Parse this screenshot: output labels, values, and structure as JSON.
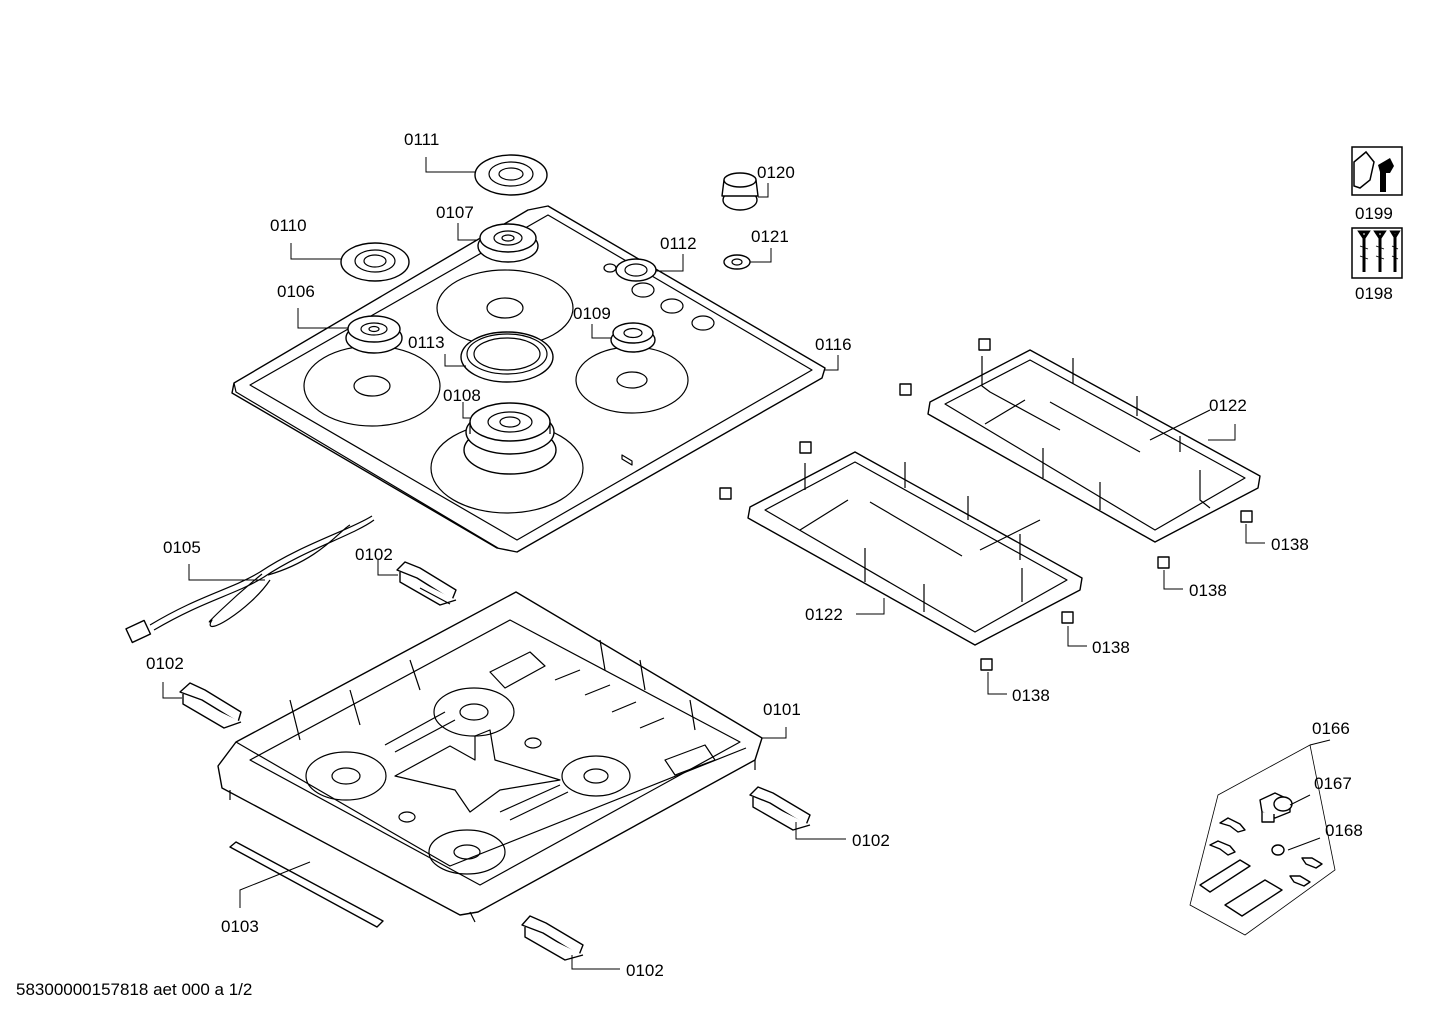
{
  "callouts": [
    {
      "id": "c0111",
      "text": "0111"
    },
    {
      "id": "c0120",
      "text": "0120"
    },
    {
      "id": "c0110",
      "text": "0110"
    },
    {
      "id": "c0107",
      "text": "0107"
    },
    {
      "id": "c0112",
      "text": "0112"
    },
    {
      "id": "c0121",
      "text": "0121"
    },
    {
      "id": "c0106",
      "text": "0106"
    },
    {
      "id": "c0109",
      "text": "0109"
    },
    {
      "id": "c0113",
      "text": "0113"
    },
    {
      "id": "c0116",
      "text": "0116"
    },
    {
      "id": "c0108",
      "text": "0108"
    },
    {
      "id": "c0122a",
      "text": "0122"
    },
    {
      "id": "c0122b",
      "text": "0122"
    },
    {
      "id": "c0138a",
      "text": "0138"
    },
    {
      "id": "c0138b",
      "text": "0138"
    },
    {
      "id": "c0138c",
      "text": "0138"
    },
    {
      "id": "c0138d",
      "text": "0138"
    },
    {
      "id": "c0105",
      "text": "0105"
    },
    {
      "id": "c0102a",
      "text": "0102"
    },
    {
      "id": "c0102b",
      "text": "0102"
    },
    {
      "id": "c0102c",
      "text": "0102"
    },
    {
      "id": "c0102d",
      "text": "0102"
    },
    {
      "id": "c0101",
      "text": "0101"
    },
    {
      "id": "c0103",
      "text": "0103"
    },
    {
      "id": "c0166",
      "text": "0166"
    },
    {
      "id": "c0167",
      "text": "0167"
    },
    {
      "id": "c0168",
      "text": "0168"
    },
    {
      "id": "c0199",
      "text": "0199"
    },
    {
      "id": "c0198",
      "text": "0198"
    }
  ],
  "footer": "58300000157818 aet 000 a 1/2",
  "icons": {
    "c0199": "wrench-nut-icon",
    "c0198": "screws-icon"
  }
}
